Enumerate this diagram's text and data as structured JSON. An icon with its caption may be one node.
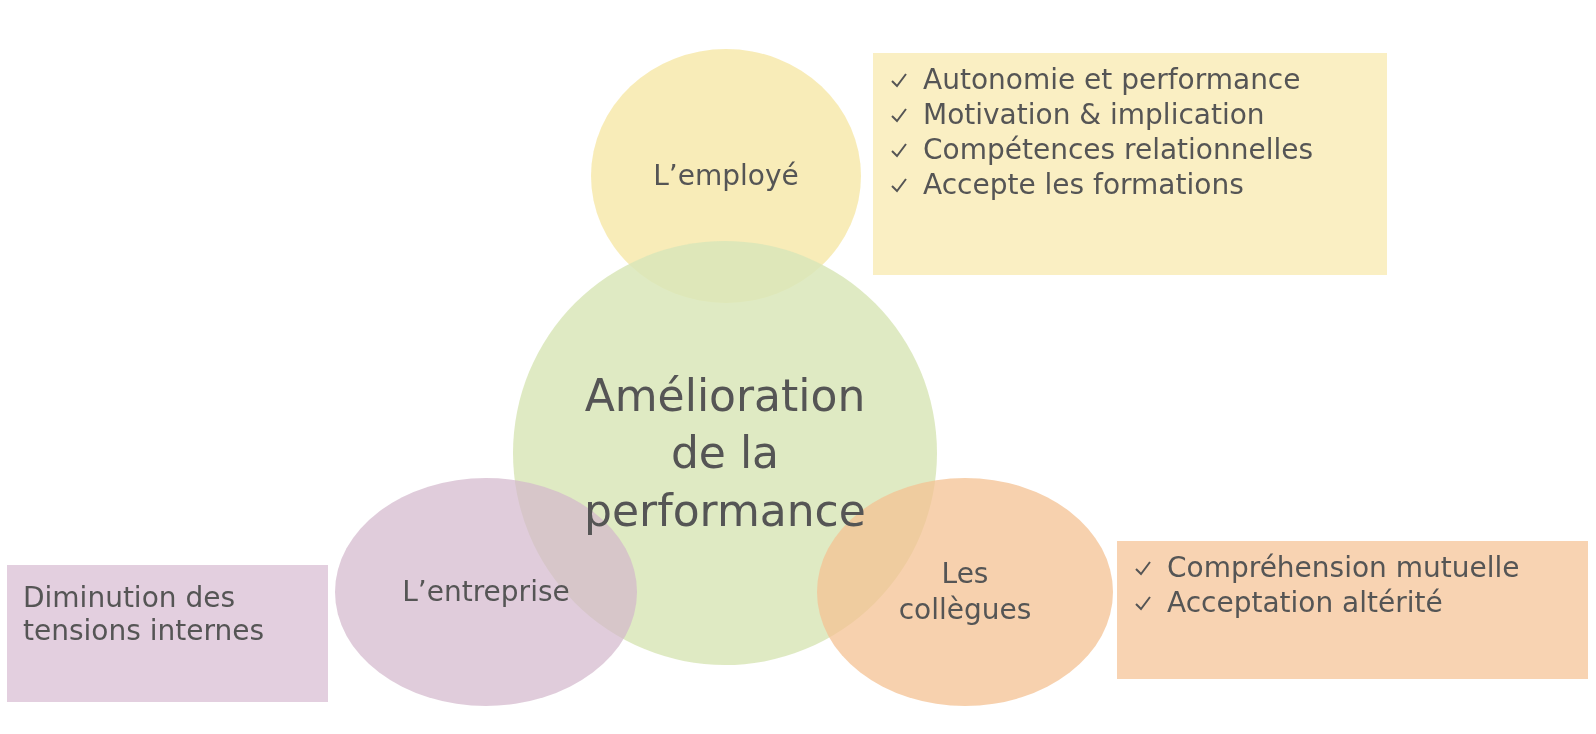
{
  "diagram": {
    "nodes": [
      {
        "text": [
          "L’employé"
        ]
      },
      {
        "text": [
          "Autonomie et performance",
          "Motivation & implication",
          "Compétences relationnelles",
          "Accepte les formations"
        ]
      },
      {
        "text": [
          "Amélioration de la performance"
        ]
      },
      {
        "text": [
          "L’entreprise"
        ]
      },
      {
        "text": [
          "Diminution des tensions internes"
        ]
      },
      {
        "text": [
          "Les collègues"
        ]
      },
      {
        "text": [
          "Compréhension mutuelle",
          "Acceptation altérité"
        ]
      }
    ]
  }
}
